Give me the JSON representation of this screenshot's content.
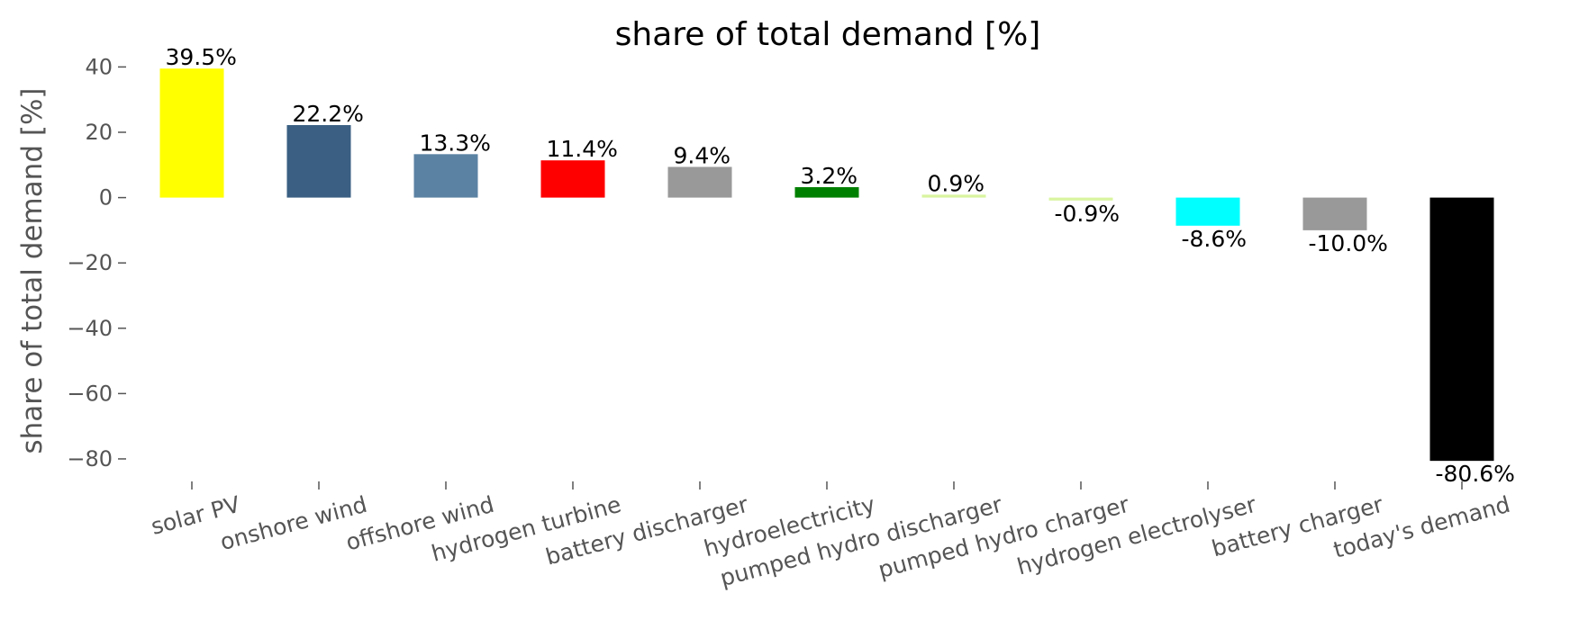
{
  "chart_data": {
    "type": "bar",
    "title": "share of total demand [%]",
    "xlabel": "",
    "ylabel": "share of total demand [%]",
    "ylim": [
      -88,
      47
    ],
    "yticks": [
      40,
      20,
      0,
      -20,
      -40,
      -60,
      -80
    ],
    "ytick_labels": [
      "40",
      "20",
      "0",
      "−20",
      "−40",
      "−60",
      "−80"
    ],
    "grid": false,
    "categories": [
      "solar PV",
      "onshore wind",
      "offshore wind",
      "hydrogen turbine",
      "battery discharger",
      "hydroelectricity",
      "pumped hydro discharger",
      "pumped hydro charger",
      "hydrogen electrolyser",
      "battery charger",
      "today's demand"
    ],
    "values": [
      39.5,
      22.2,
      13.3,
      11.4,
      9.4,
      3.2,
      0.9,
      -0.9,
      -8.6,
      -10.0,
      -80.6
    ],
    "data_labels": [
      "39.5%",
      "22.2%",
      "13.3%",
      "11.4%",
      "9.4%",
      "3.2%",
      "0.9%",
      "-0.9%",
      "-8.6%",
      "-10.0%",
      "-80.6%"
    ],
    "colors": [
      "#ffff00",
      "#3a5f82",
      "#5b82a3",
      "#ff0000",
      "#999999",
      "#008000",
      "#d9f5a0",
      "#d9f5a0",
      "#00ffff",
      "#999999",
      "#000000"
    ]
  }
}
